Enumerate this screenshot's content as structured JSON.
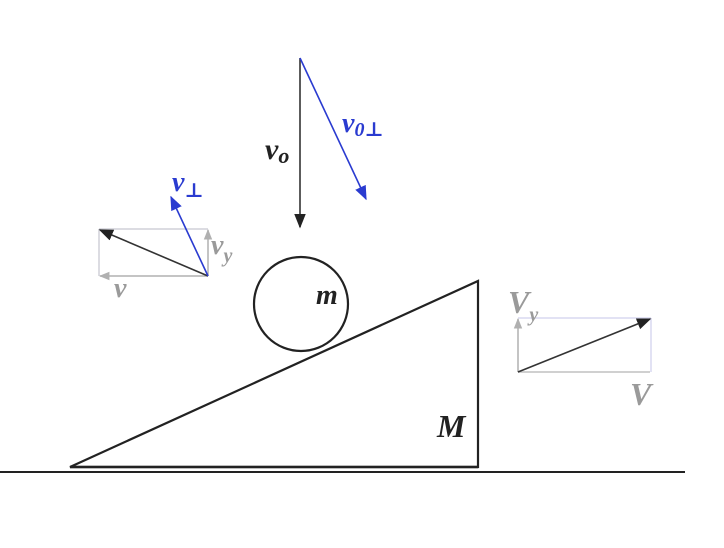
{
  "labels": {
    "v0": "v",
    "v0_sub": "o",
    "v0_perp": "v",
    "v0_perp_sub": "0⊥",
    "v_perp": "v",
    "v_perp_sub": "⊥",
    "vy": "v",
    "vy_sub": "y",
    "v": "v",
    "m": "m",
    "M": "M",
    "Vy": "V",
    "Vy_sub": "y",
    "V": "V"
  },
  "colors": {
    "black": "#222222",
    "blue": "#2a3bd0",
    "gray": "#9a9a9a",
    "light_gray": "#cfcfd8",
    "lavender": "#d8d8f0"
  }
}
